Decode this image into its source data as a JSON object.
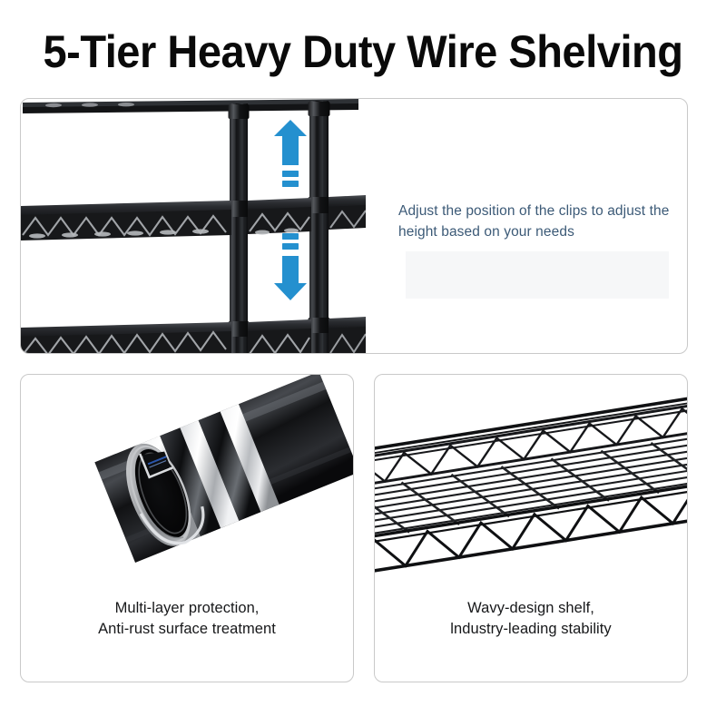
{
  "header": {
    "title": "5-Tier Heavy Duty Wire Shelving"
  },
  "colors": {
    "accent_blue": "#2490cf",
    "note_text": "#3c5a77",
    "caption_text": "#17181a",
    "panel_border": "#c9c9c9",
    "background": "#ffffff",
    "metal_black": "#1b1c1e"
  },
  "panels": [
    {
      "id": "adjust",
      "name": "adjustable-height-panel",
      "note_line_1": "Adjust the position of the clips to adjust",
      "note_line_2": "the height based on your needs",
      "icons": {
        "up_arrow": "arrow-up-icon",
        "down_arrow": "arrow-down-icon"
      },
      "illustration": "wire-shelving-posts-and-clips"
    },
    {
      "id": "coating",
      "name": "coating-panel",
      "caption_line_1": "Multi-layer protection,",
      "caption_line_2": "Anti-rust surface treatment",
      "illustration": "tube-cutaway-cross-section"
    },
    {
      "id": "wavy",
      "name": "wavy-shelf-panel",
      "caption_line_1": "Wavy-design shelf,",
      "caption_line_2": "lndustry-leading stability",
      "illustration": "wavy-wire-shelf-closeup"
    }
  ]
}
